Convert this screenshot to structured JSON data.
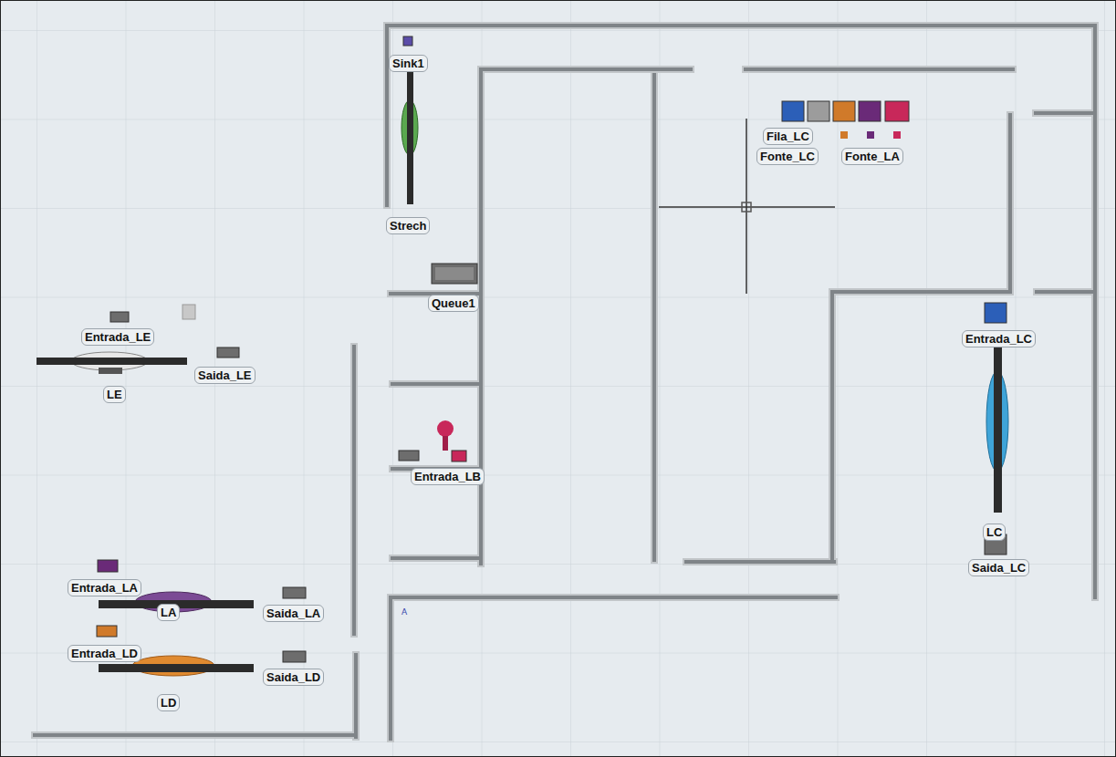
{
  "diagram": {
    "nodes": [
      {
        "text": [
          "Sink1"
        ]
      },
      {
        "text": [
          "Fila_LC"
        ]
      },
      {
        "text": [
          "Fonte_LC"
        ]
      },
      {
        "text": [
          "Fonte_LA"
        ]
      },
      {
        "text": [
          "Strech"
        ]
      },
      {
        "text": [
          "Queue1"
        ]
      },
      {
        "text": [
          "Entrada_LE"
        ]
      },
      {
        "text": [
          "Entrada_LC"
        ]
      },
      {
        "text": [
          "Saida_LE"
        ]
      },
      {
        "text": [
          "LE"
        ]
      },
      {
        "text": [
          "Entrada_LB"
        ]
      },
      {
        "text": [
          "LC"
        ]
      },
      {
        "text": [
          "Saida_LC"
        ]
      },
      {
        "text": [
          "Entrada_LA"
        ]
      },
      {
        "text": [
          "LA"
        ]
      },
      {
        "text": [
          "Saida_LA"
        ]
      },
      {
        "text": [
          "Entrada_LD"
        ]
      },
      {
        "text": [
          "Saida_LD"
        ]
      },
      {
        "text": [
          "LD"
        ]
      }
    ],
    "labels": [
      "A"
    ]
  }
}
